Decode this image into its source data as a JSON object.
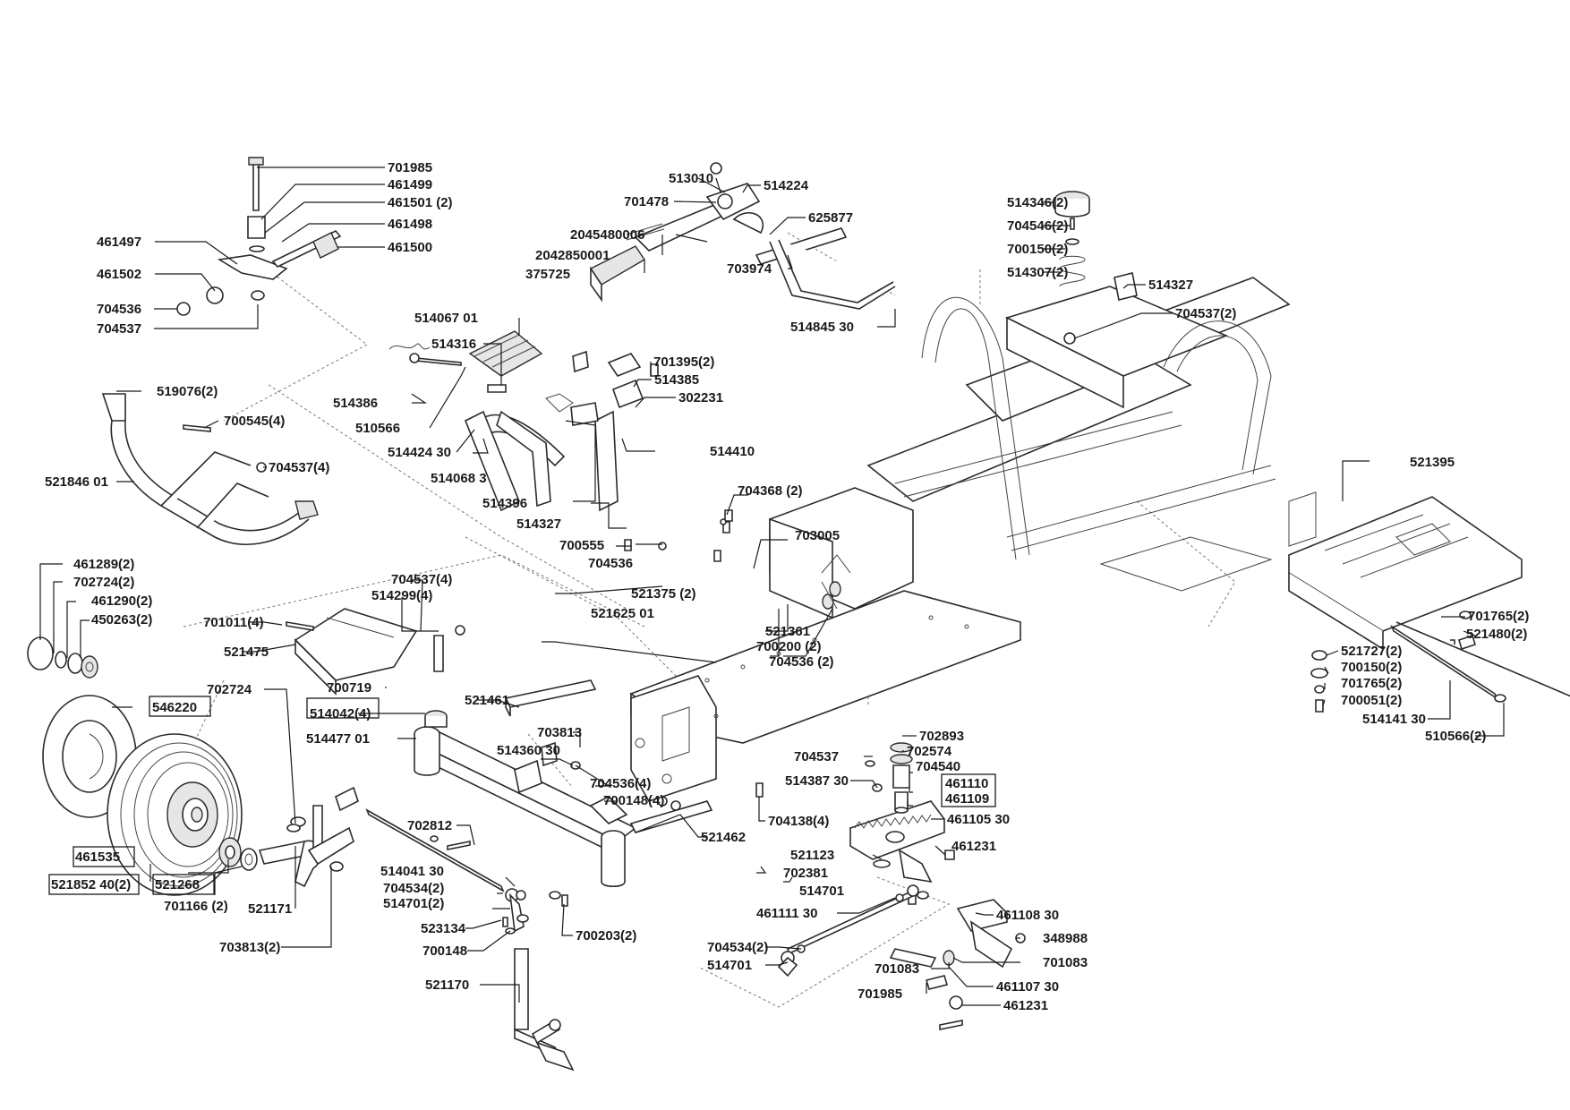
{
  "labels": {
    "l701985a": "701985",
    "l461499": "461499",
    "l461501": "461501 (2)",
    "l461498": "461498",
    "l461497": "461497",
    "l461500": "461500",
    "l461502": "461502",
    "l704536a": "704536",
    "l704537a": "704537",
    "l513010": "513010",
    "l514224": "514224",
    "l701478": "701478",
    "l625877": "625877",
    "l2045480006": "2045480006",
    "l2042850001": "2042850001",
    "l375725": "375725",
    "l703974": "703974",
    "l514845": "514845 30",
    "l514346": "514346(2)",
    "l704546": "704546(2)",
    "l700150a": "700150(2)",
    "l514307": "514307(2)",
    "l514327a": "514327",
    "l704537b": "704537(2)",
    "l514067": "514067 01",
    "l514316": "514316",
    "l701395": "701395(2)",
    "l514385": "514385",
    "l302231": "302231",
    "l514386": "514386",
    "l510566a": "510566",
    "l514424": "514424 30",
    "l514068": "514068 3",
    "l514410": "514410",
    "l514396": "514396",
    "l514327b": "514327",
    "l700555": "700555",
    "l704536b": "704536",
    "l519076": "519076(2)",
    "l700545": "700545(4)",
    "l704537c": "704537(4)",
    "l521846": "521846 01",
    "l704368": "704368 (2)",
    "l703005": "703005",
    "l521395": "521395",
    "l461289": "461289(2)",
    "l702724a": "702724(2)",
    "l461290": "461290(2)",
    "l450263": "450263(2)",
    "l704537d": "704537(4)",
    "l514299": "514299(4)",
    "l701011": "701011(4)",
    "l521475": "521475",
    "l521375": "521375 (2)",
    "l521625": "521625 01",
    "l521361": "521361",
    "l700200": "700200 (2)",
    "l704536c": "704536 (2)",
    "l701765a": "701765(2)",
    "l521480": "521480(2)",
    "l521727": "521727(2)",
    "l700150b": "700150(2)",
    "l701765b": "701765(2)",
    "l700051": "700051(2)",
    "l514141": "514141 30",
    "l510566b": "510566(2)",
    "l702724b": "702724",
    "l700719": "700719",
    "l546220": "546220",
    "l514042": "514042(4)",
    "l521461": "521461",
    "l514477": "514477 01",
    "l703813a": "703813",
    "l514360": "514360 30",
    "l702893": "702893",
    "l702574": "702574",
    "l704537e": "704537",
    "l704540": "704540",
    "l514387": "514387 30",
    "l461110": "461110",
    "l461109": "461109",
    "l704536d": "704536(4)",
    "l700148a": "700148(4)",
    "l704138": "704138(4)",
    "l461105": "461105 30",
    "l702812": "702812",
    "l521462": "521462",
    "l521123": "521123",
    "l461231a": "461231",
    "l461535": "461535",
    "l702381": "702381",
    "l514701a": "514701",
    "l521852": "521852 40(2)",
    "l521268": "521268",
    "l514041": "514041 30",
    "l704534a": "704534(2)",
    "l514701b": "514701(2)",
    "l701166": "701166 (2)",
    "l521171": "521171",
    "l461111": "461111 30",
    "l461108": "461108 30",
    "l523134": "523134",
    "l700203": "700203(2)",
    "l348988": "348988",
    "l703813b": "703813(2)",
    "l700148b": "700148",
    "l704534b": "704534(2)",
    "l514701c": "514701",
    "l701083a": "701083",
    "l701083b": "701083",
    "l521170": "521170",
    "l461107": "461107 30",
    "l701985b": "701985",
    "l461231b": "461231"
  }
}
